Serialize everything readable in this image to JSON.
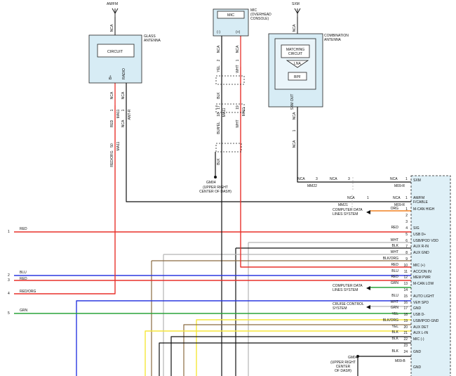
{
  "components": {
    "glass_antenna": {
      "name": "GLASS\nANTENNA",
      "input_label": "AM/FM",
      "input_nca": "NCA",
      "circuit": "CIRCUIT",
      "pin_b_plus": "B+",
      "pin_radio": "RADIO",
      "nca_left": "NCA",
      "nca_right": "NCA",
      "pin_left": "1",
      "pin_right": "1",
      "conn_left": "MA11",
      "conn_right": "ANT-R",
      "pin_mid": "50",
      "conn_mid": "MA11"
    },
    "mic": {
      "name": "MIC",
      "desc": "MIC\n(OVERHEAD\nCONSOLE)",
      "pin_minus": "(-)",
      "pin_plus": "(+)",
      "nca_left": "NCA",
      "nca_right": "NCA",
      "pin_blk": "2",
      "pin_red": "1",
      "pin_17": "17",
      "pin_18": "18",
      "pin_19": "19",
      "conn_left": "MA11",
      "conn_right": "MA11"
    },
    "combo_antenna": {
      "name": "COMBINATION\nANTENNA",
      "input_label": "SXM",
      "input_nca": "NCA",
      "matching": "MATCHING\nCIRCUIT",
      "lna": "LNA",
      "bpf": "BPF",
      "out": "SXM\nOUT",
      "nca_a": "NCA",
      "pin": "1",
      "nca_b": "NCA"
    },
    "ground_top": {
      "id": "GM04",
      "desc": "(UPPER RIGHT\nCENTER OF DASH)"
    },
    "ground_bottom": {
      "id": "GM04",
      "desc": "(UPPER RIGHT\nCENTER\nOF DASH)",
      "conn": "M09-B"
    },
    "module": {
      "connectors": {
        "sxm_nca1": "NCA",
        "sxm_pin1": "3",
        "sxm_nca2": "NCA",
        "sxm_pin2": "3",
        "sxm_nca3": "NCA",
        "sxm_pin3": "1",
        "conn_mm22": "MM22",
        "conn_m09r_top": "M09-R",
        "amfm_nca1": "NCA",
        "amfm_pin1": "1",
        "amfm_nca2": "NCA",
        "amfm_pin2": "1",
        "conn_mm21": "MM21",
        "conn_m09r_mid": "M09-R"
      }
    }
  },
  "side_refs": [
    {
      "num": "1",
      "color": "RED"
    },
    {
      "num": "2",
      "color": "BLU"
    },
    {
      "num": "3",
      "color": "RED"
    },
    {
      "num": "4",
      "color": "RED/ORG"
    },
    {
      "num": "5",
      "color": "GRN"
    }
  ],
  "pins": [
    {
      "num": "",
      "label": "SXM",
      "wire": "NCA"
    },
    {
      "num": "",
      "label": "AM/FM\nF/CABLE",
      "wire": "NCA"
    },
    {
      "num": "1",
      "label": "M-CAN HIGH",
      "wire": "ORG"
    },
    {
      "num": "2",
      "label": "",
      "wire": ""
    },
    {
      "num": "3",
      "label": "",
      "wire": ""
    },
    {
      "num": "4",
      "label": "SIG",
      "wire": "RED"
    },
    {
      "num": "5",
      "label": "USB D+",
      "wire": ""
    },
    {
      "num": "6",
      "label": "USB/IPOD VDD",
      "wire": "WHT"
    },
    {
      "num": "7",
      "label": "AUX R-IN",
      "wire": "BLK"
    },
    {
      "num": "8",
      "label": "AUX GND",
      "wire": "WHT"
    },
    {
      "num": "9",
      "label": "",
      "wire": "BLK/ORG"
    },
    {
      "num": "10",
      "label": "MIC (+)",
      "wire": "RED"
    },
    {
      "num": "11",
      "label": "ACC/ON IN",
      "wire": "BLU"
    },
    {
      "num": "12",
      "label": "MEM PWR",
      "wire": "RED"
    },
    {
      "num": "13",
      "label": "M-CAN LOW",
      "wire": "GRN"
    },
    {
      "num": "14",
      "label": "",
      "wire": ""
    },
    {
      "num": "15",
      "label": "AUTO LIGHT",
      "wire": "BLU"
    },
    {
      "num": "16",
      "label": "VEH SPD",
      "wire": "WHT"
    },
    {
      "num": "17",
      "label": "GND",
      "wire": "GRN"
    },
    {
      "num": "18",
      "label": "USB D-",
      "wire": "YEL"
    },
    {
      "num": "19",
      "label": "USB/IPOD GND",
      "wire": "BLK/ORG"
    },
    {
      "num": "20",
      "label": "AUX DET",
      "wire": "YEL"
    },
    {
      "num": "21",
      "label": "AUX L-IN",
      "wire": "BLK"
    },
    {
      "num": "22",
      "label": "MIC (-)",
      "wire": "BLK"
    },
    {
      "num": "23",
      "label": "",
      "wire": ""
    },
    {
      "num": "24",
      "label": "GND",
      "wire": "BLK"
    },
    {
      "num": "",
      "label": "GND",
      "wire": ""
    }
  ],
  "refs": [
    {
      "text": "COMPUTER DATA\nLINES SYSTEM"
    },
    {
      "text": "COMPUTER DATA\nLINES SYSTEM"
    },
    {
      "text": "CRUISE CONTROL\nSYSTEM"
    }
  ],
  "wire_colors": {
    "red": "#e8302a",
    "blue": "#2b39e0",
    "green": "#2aa33a",
    "orange": "#f08020",
    "yellow": "#f5e63a",
    "brown": "#8a6a40",
    "gray": "#b4b4b4",
    "black": "#111111",
    "module_fill": "#dff0f7",
    "box_fill": "#d7ecf5"
  }
}
